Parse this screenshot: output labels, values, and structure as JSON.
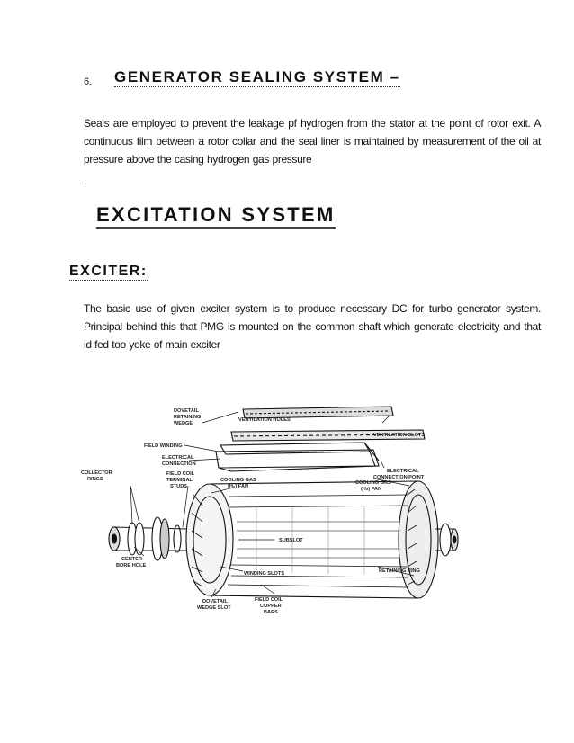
{
  "section6": {
    "number": "6.",
    "title": "GENERATOR SEALING SYSTEM –"
  },
  "sealing_paragraph": "Seals are employed to prevent the leakage pf hydrogen from the stator at the point of rotor exit. A continuous film between a rotor collar and the seal liner is maintained by measurement of the oil at pressure above the casing hydrogen gas pressure",
  "stray_period": ".",
  "excitation_heading": "EXCITATION SYSTEM",
  "exciter_heading": "EXCITER:",
  "exciter_paragraph": "The basic use of given exciter system is to produce necessary DC for turbo generator system. Principal behind this that PMG is mounted on the common shaft which generate electricity and that id fed too yoke of main exciter",
  "diagram_labels": {
    "dovetail_wedge": [
      "DOVETAIL",
      "RETAINING",
      "WEDGE"
    ],
    "ventilation_holes": "VENTILATION HOLES",
    "ventilation_slots": "VENTILATION SLOTS",
    "field_winding": "FIELD WINDING",
    "electrical_connection": [
      "ELECTRICAL",
      "CONNECTION"
    ],
    "electrical_connection_point": [
      "ELECTRICAL",
      "CONNECTION POINT"
    ],
    "collector_rings": [
      "COLLECTOR",
      "RINGS"
    ],
    "field_coil_terminal": [
      "FIELD COIL",
      "TERMINAL",
      "STUDS"
    ],
    "cooling_gas_left": [
      "COOLING GAS",
      "(H₂) FAN"
    ],
    "cooling_gas_right": [
      "COOLING GAS",
      "(H₂) FAN"
    ],
    "subslot": "SUBSLOT",
    "center_bore": [
      "CENTER",
      "BORE HOLE"
    ],
    "winding_slots": "WINDING SLOTS",
    "retaining_ring": "RETAINING RING",
    "dovetail_slot": [
      "DOVETAIL",
      "WEDGE SLOT"
    ],
    "field_coil_copper": [
      "FIELD COIL",
      "COPPER",
      "BARS"
    ]
  }
}
